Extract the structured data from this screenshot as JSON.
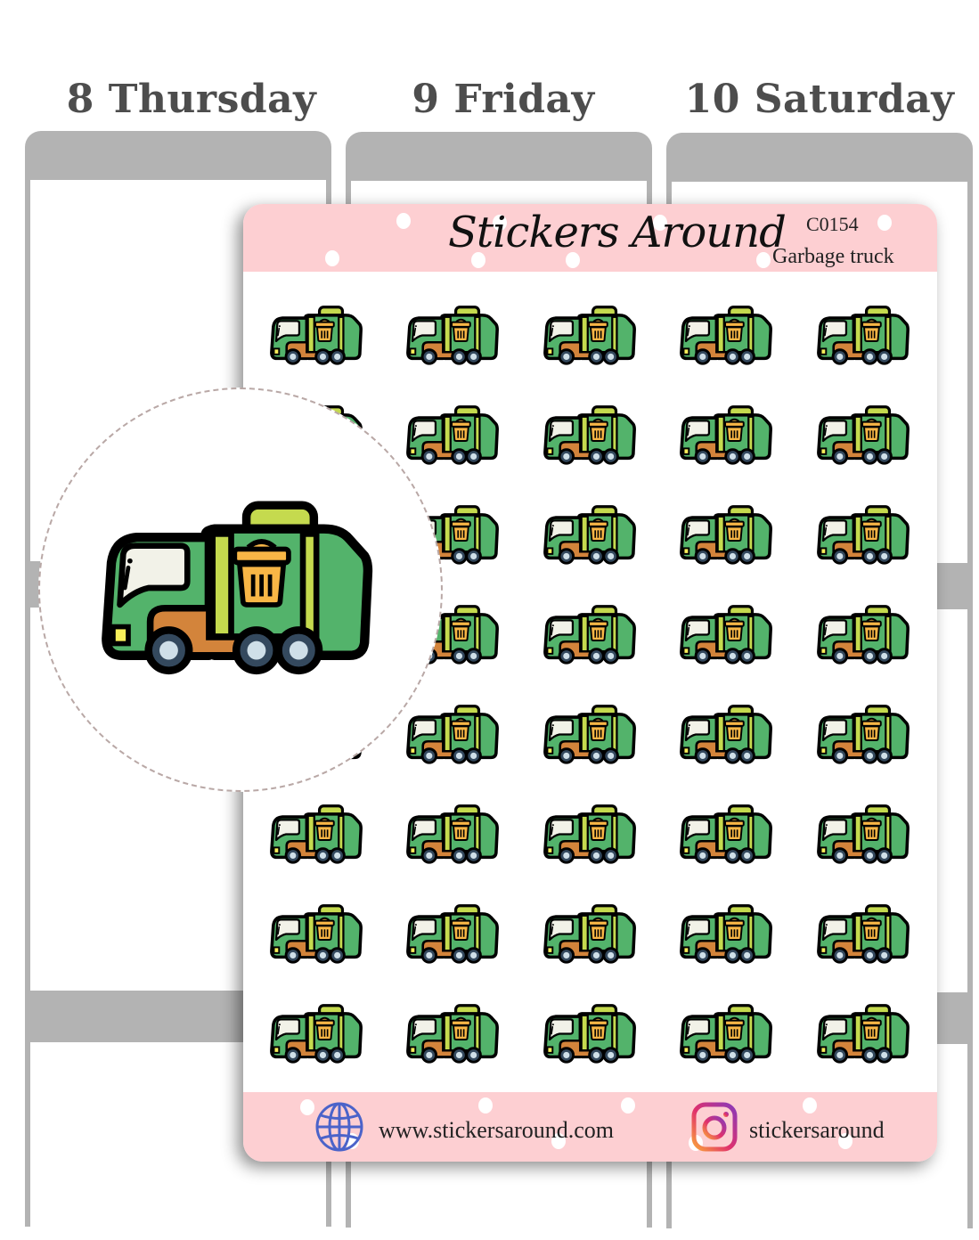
{
  "planner": {
    "days": [
      {
        "label": "8 Thursday"
      },
      {
        "label": "9 Friday"
      },
      {
        "label": "10 Saturday"
      }
    ],
    "column_color": "#b3b3b3"
  },
  "sheet": {
    "brand": "Stickers Around",
    "code": "C0154",
    "name": "Garbage truck",
    "header_color": "#fdcfd2",
    "grid": {
      "rows": 8,
      "cols": 5,
      "icon": "garbage-truck-icon"
    },
    "footer": {
      "website": "www.stickersaround.com",
      "website_icon": "globe-icon",
      "instagram": "stickersaround",
      "instagram_icon": "instagram-icon"
    }
  },
  "zoom_preview": {
    "icon": "garbage-truck-icon"
  },
  "colors": {
    "truck_green": "#53b36b",
    "truck_lime": "#c5da4e",
    "truck_orange": "#d3843b",
    "bin_yellow": "#f8b646",
    "window": "#f2f2e8",
    "wheel": "#34495e",
    "hub": "#cfdfe8",
    "headlight": "#f8ef5a",
    "outline": "#000000"
  }
}
